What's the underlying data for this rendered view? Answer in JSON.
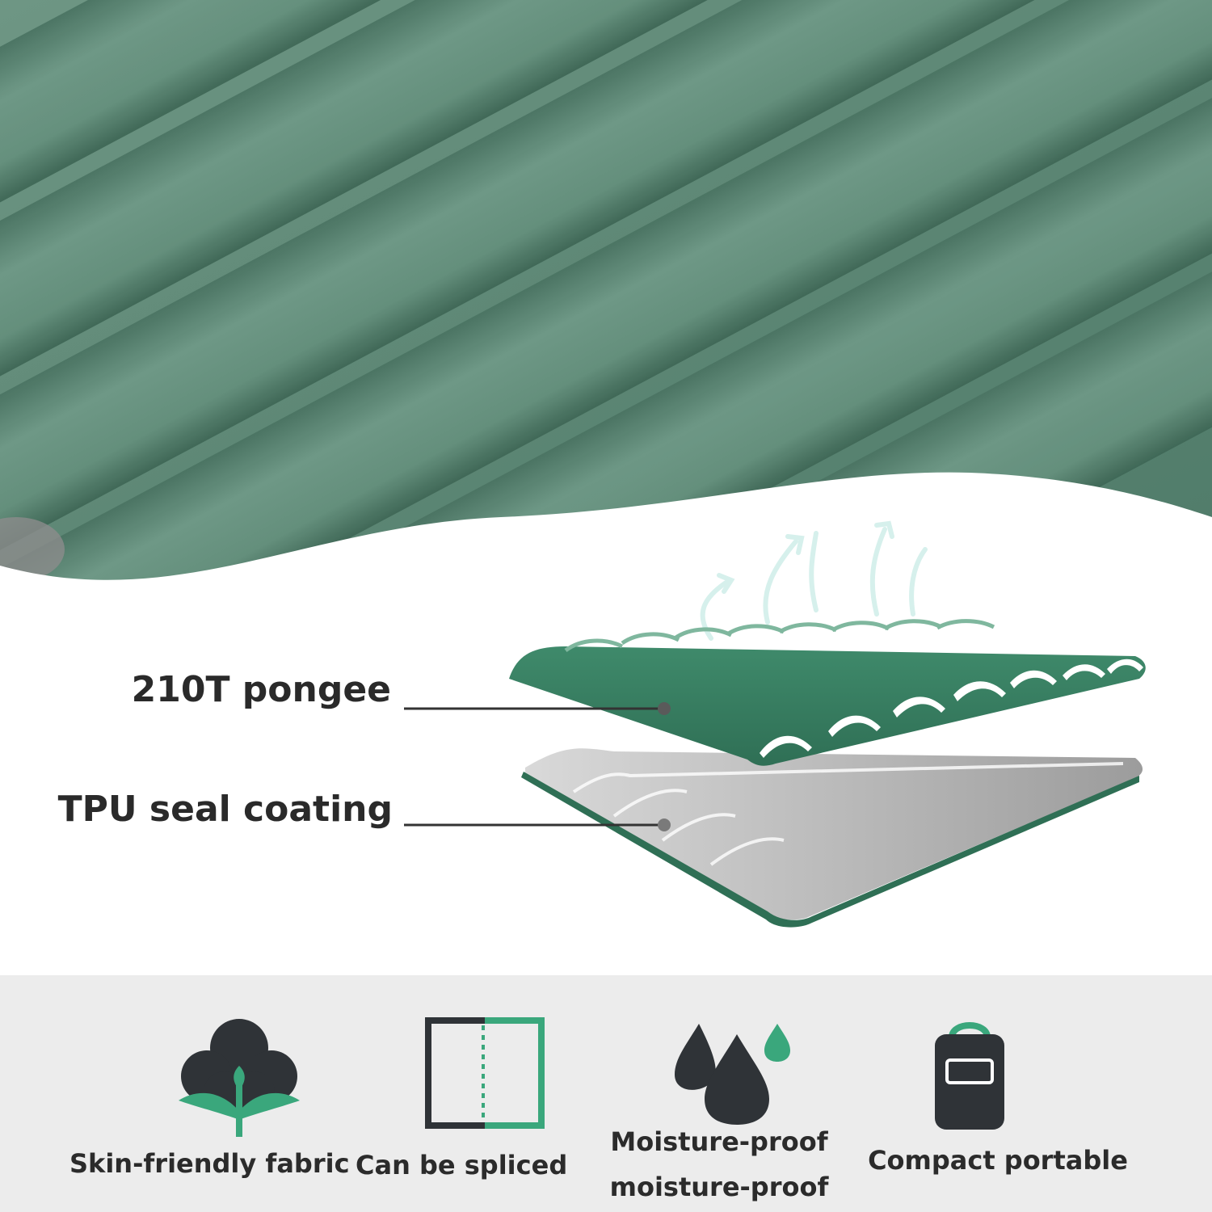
{
  "layers": {
    "top_label": "210T pongee",
    "bottom_label": "TPU seal coating"
  },
  "features": [
    {
      "icon": "cotton-icon",
      "label": "Skin-friendly fabric"
    },
    {
      "icon": "splice-icon",
      "label": "Can be spliced"
    },
    {
      "icon": "water-drops-icon",
      "label": "Moisture-proof moisture-proof"
    },
    {
      "icon": "bag-icon",
      "label": "Compact portable"
    }
  ],
  "colors": {
    "mat_green": "#5f8a78",
    "accent_green": "#3aa77c",
    "icon_dark": "#2f3337",
    "band_gray": "#ececec"
  }
}
